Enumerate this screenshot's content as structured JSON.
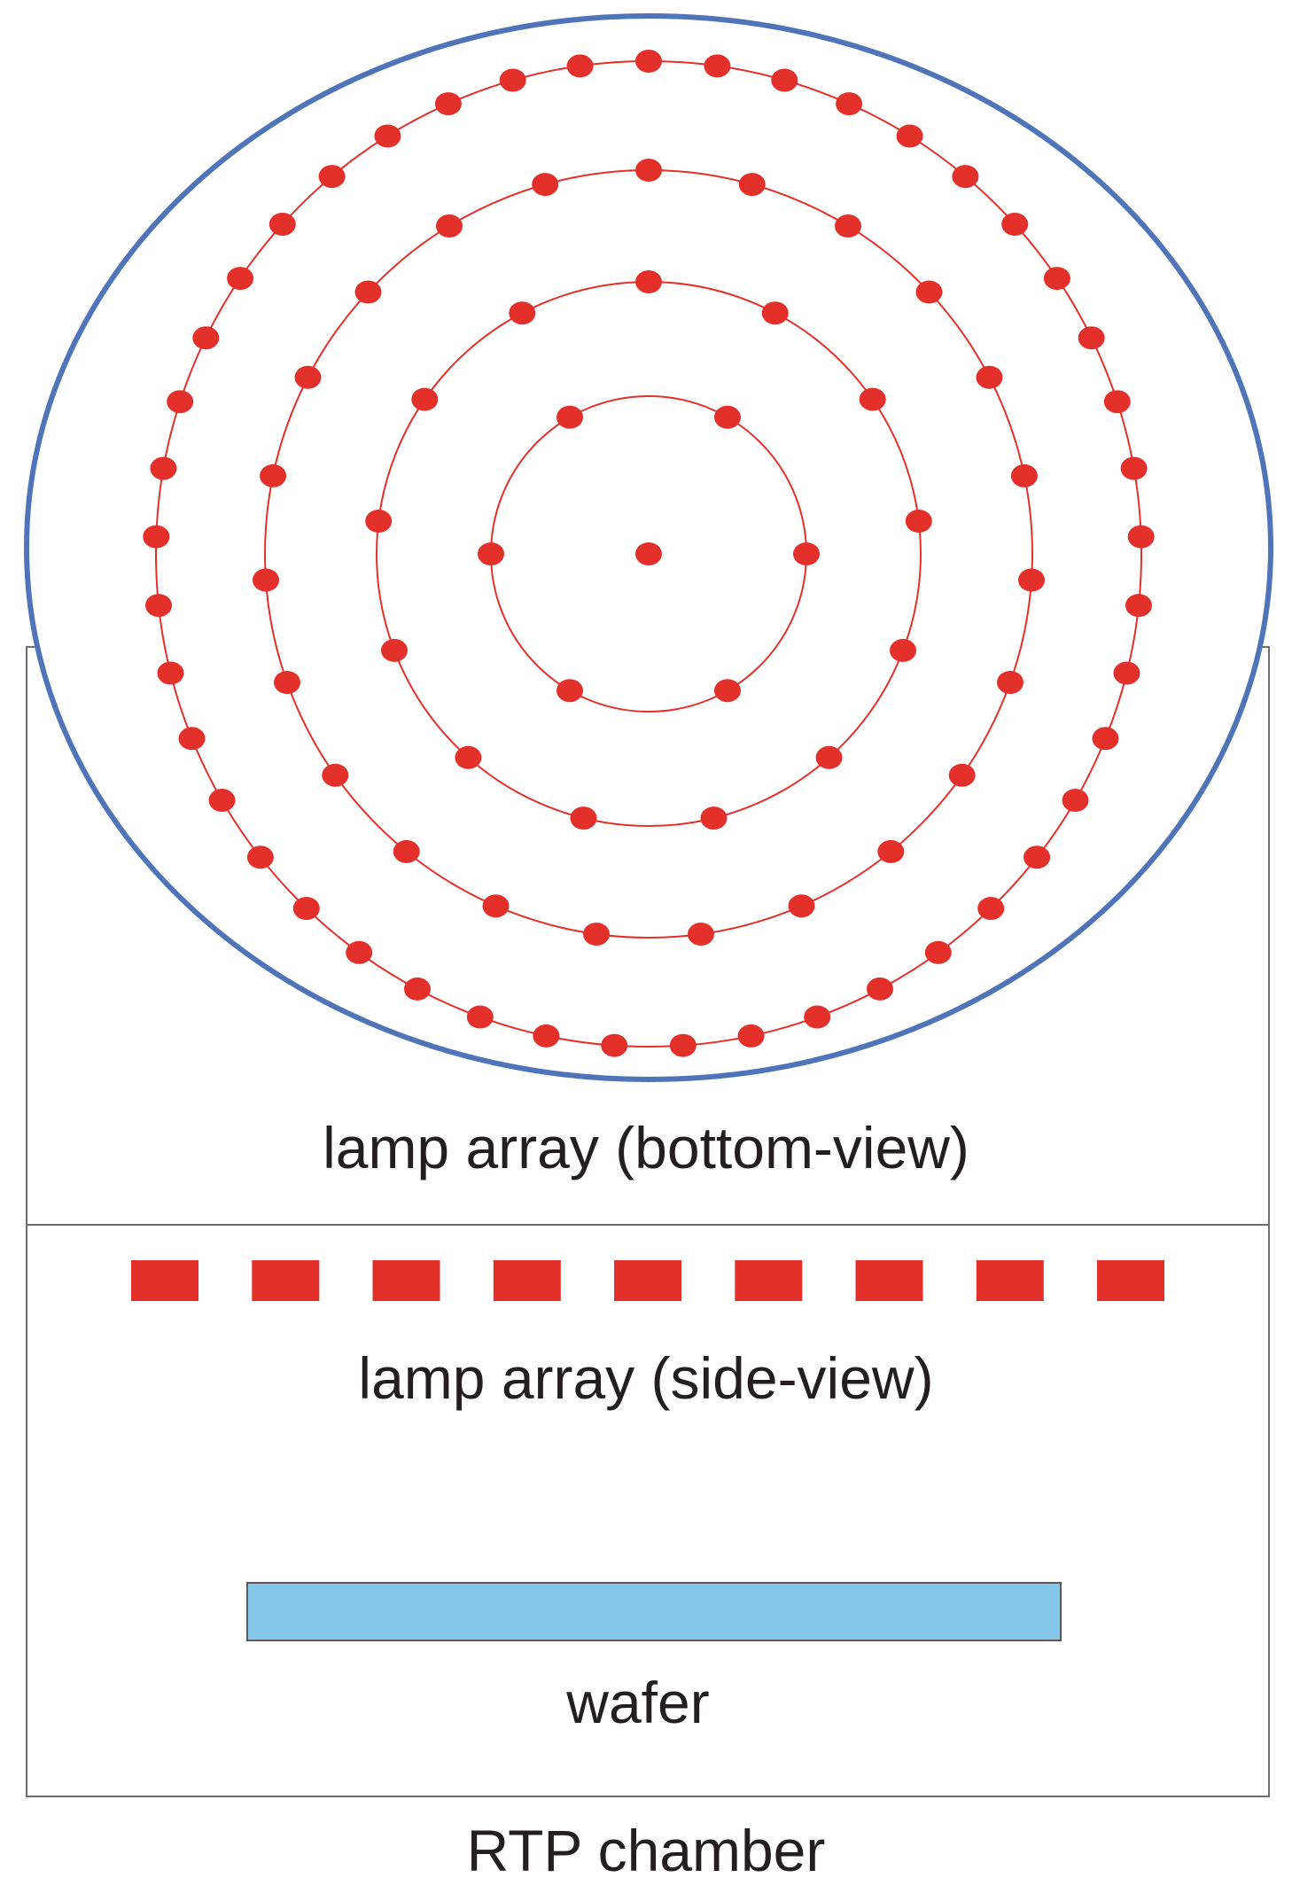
{
  "labels": {
    "bottom_view": "lamp array (bottom-view)",
    "side_view": "lamp array (side-view)",
    "wafer": "wafer",
    "chamber": "RTP chamber"
  },
  "colors": {
    "lamp": "#e3302b",
    "ring_line": "#e3302b",
    "housing": "#4f74b8",
    "wafer": "#86c8ea",
    "chamber_border": "#6d6d6d",
    "text": "#231f20"
  },
  "lamp_array": {
    "center_lamp": true,
    "ring_lamp_counts": [
      6,
      13,
      23,
      45
    ],
    "side_view_lamp_count": 9
  }
}
